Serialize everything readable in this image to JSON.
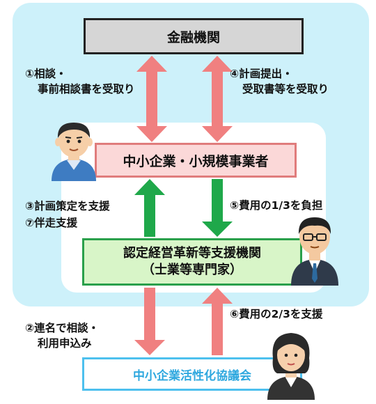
{
  "boxes": {
    "bank": "金融機関",
    "business": "中小企業・小規模事業者",
    "support_org_line1": "認定経営革新等支援機関",
    "support_org_line2": "（士業等専門家）",
    "council": "中小企業活性化協議会"
  },
  "steps": {
    "s1_line1": "①相談・",
    "s1_line2": "事前相談書を受取り",
    "s4_line1": "④計画提出・",
    "s4_line2": "受取書等を受取り",
    "s3": "③計画策定を支援",
    "s7": "⑦伴走支援",
    "s5": "⑤費用の1/3を負担",
    "s2_line1": "②連名で相談・",
    "s2_line2": "利用申込み",
    "s6": "⑥費用の2/3を支援"
  },
  "colors": {
    "outer_background": "#cdf1fa",
    "red_arrow": "#f08080",
    "green_arrow": "#1fa84a",
    "bank_box": "#d6d6d6",
    "business_box": "#fbd8d8",
    "support_box": "#d8f5c8",
    "council_border": "#4dc0ee",
    "council_text": "#2fa8df"
  },
  "icons": {
    "person_business": "business-owner-icon",
    "person_support": "consultant-icon",
    "person_council": "council-staff-icon"
  }
}
